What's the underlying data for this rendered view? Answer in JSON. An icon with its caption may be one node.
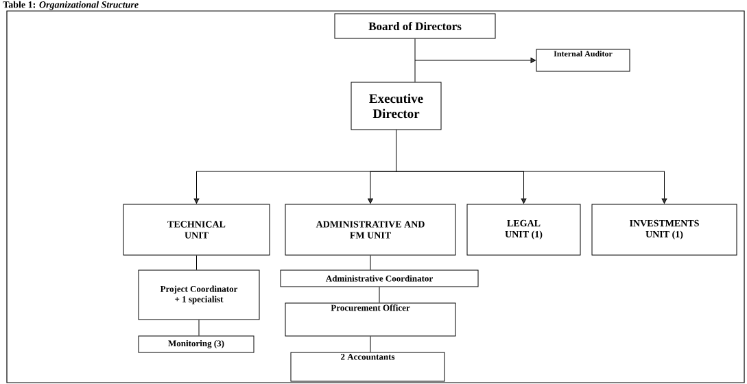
{
  "diagram": {
    "title": "Table 1: *Organizational Structure*",
    "nodes": [
      {
        "text": [
          "Board of Directors"
        ]
      },
      {
        "text": [
          "Internal Auditor"
        ]
      },
      {
        "text": [
          "Executive Director"
        ]
      },
      {
        "text": [
          "TECHNICAL UNIT"
        ]
      },
      {
        "text": [
          "ADMINISTRATIVE AND FM UNIT"
        ]
      },
      {
        "text": [
          "LEGAL UNIT (1)"
        ]
      },
      {
        "text": [
          "INVESTMENTS UNIT (1)"
        ]
      },
      {
        "text": [
          "Project Coordinator + 1 specialist"
        ]
      },
      {
        "text": [
          "Administrative Coordinator"
        ]
      },
      {
        "text": [
          "Procurement Officer"
        ]
      },
      {
        "text": [
          "Monitoring (3)"
        ]
      },
      {
        "text": [
          "2 Accountants"
        ]
      }
    ],
    "edges": [
      {
        "from": 0,
        "to": 2,
        "arrow": "none"
      },
      {
        "from": 0,
        "to": 1,
        "arrow": "to"
      },
      {
        "from": 2,
        "to": 3,
        "arrow": "to"
      },
      {
        "from": 2,
        "to": 4,
        "arrow": "to"
      },
      {
        "from": 2,
        "to": 5,
        "arrow": "to"
      },
      {
        "from": 2,
        "to": 6,
        "arrow": "to"
      },
      {
        "from": 3,
        "to": 7,
        "arrow": "none"
      },
      {
        "from": 7,
        "to": 10,
        "arrow": "none"
      },
      {
        "from": 4,
        "to": 8,
        "arrow": "none"
      },
      {
        "from": 8,
        "to": 9,
        "arrow": "none"
      },
      {
        "from": 9,
        "to": 11,
        "arrow": "none"
      }
    ]
  }
}
